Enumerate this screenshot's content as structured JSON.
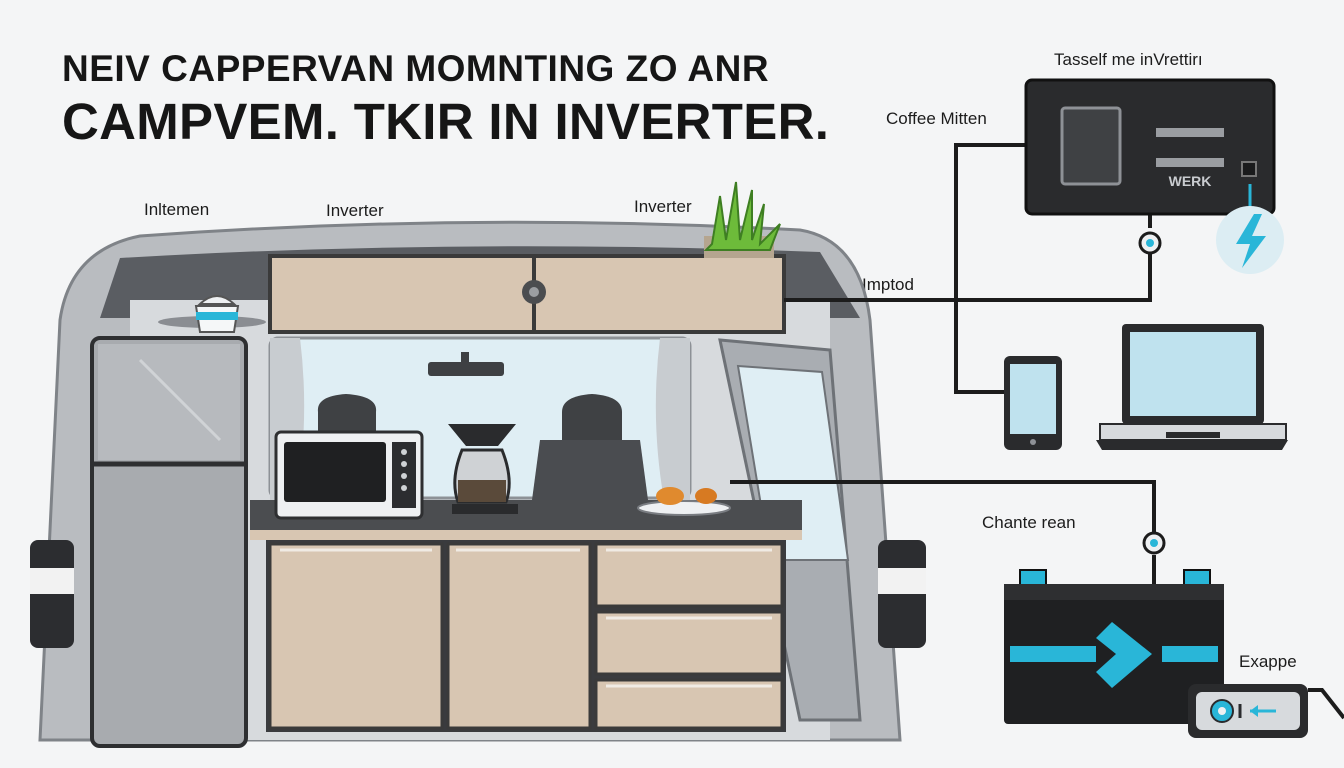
{
  "title": {
    "line1": "NEIV CAPPERVAN MOMNTING ZO ANR",
    "line2": "CAMPVEM. TKIR IN INVERTER."
  },
  "labels": {
    "kitchen_left": "Inltemen",
    "inverter_left": "Inverter",
    "inverter_center": "Inverter",
    "coffee": "Coffee Mitten",
    "inverter_top": "Tasself me inVrettirı",
    "imptod": "Imptod",
    "charge": "Chante rean",
    "expand": "Exappe"
  },
  "inverter_unit": {
    "badge": "WERK"
  },
  "icons": [
    "lightning-icon",
    "smartphone-icon",
    "laptop-icon",
    "battery-icon",
    "arrow-right-icon",
    "power-plug-icon"
  ],
  "colors": {
    "accent": "#29b6d8",
    "dark_panel": "#2a2b2d",
    "cabinet": "#d8c6b2",
    "van_body": "#b9bcc0"
  }
}
